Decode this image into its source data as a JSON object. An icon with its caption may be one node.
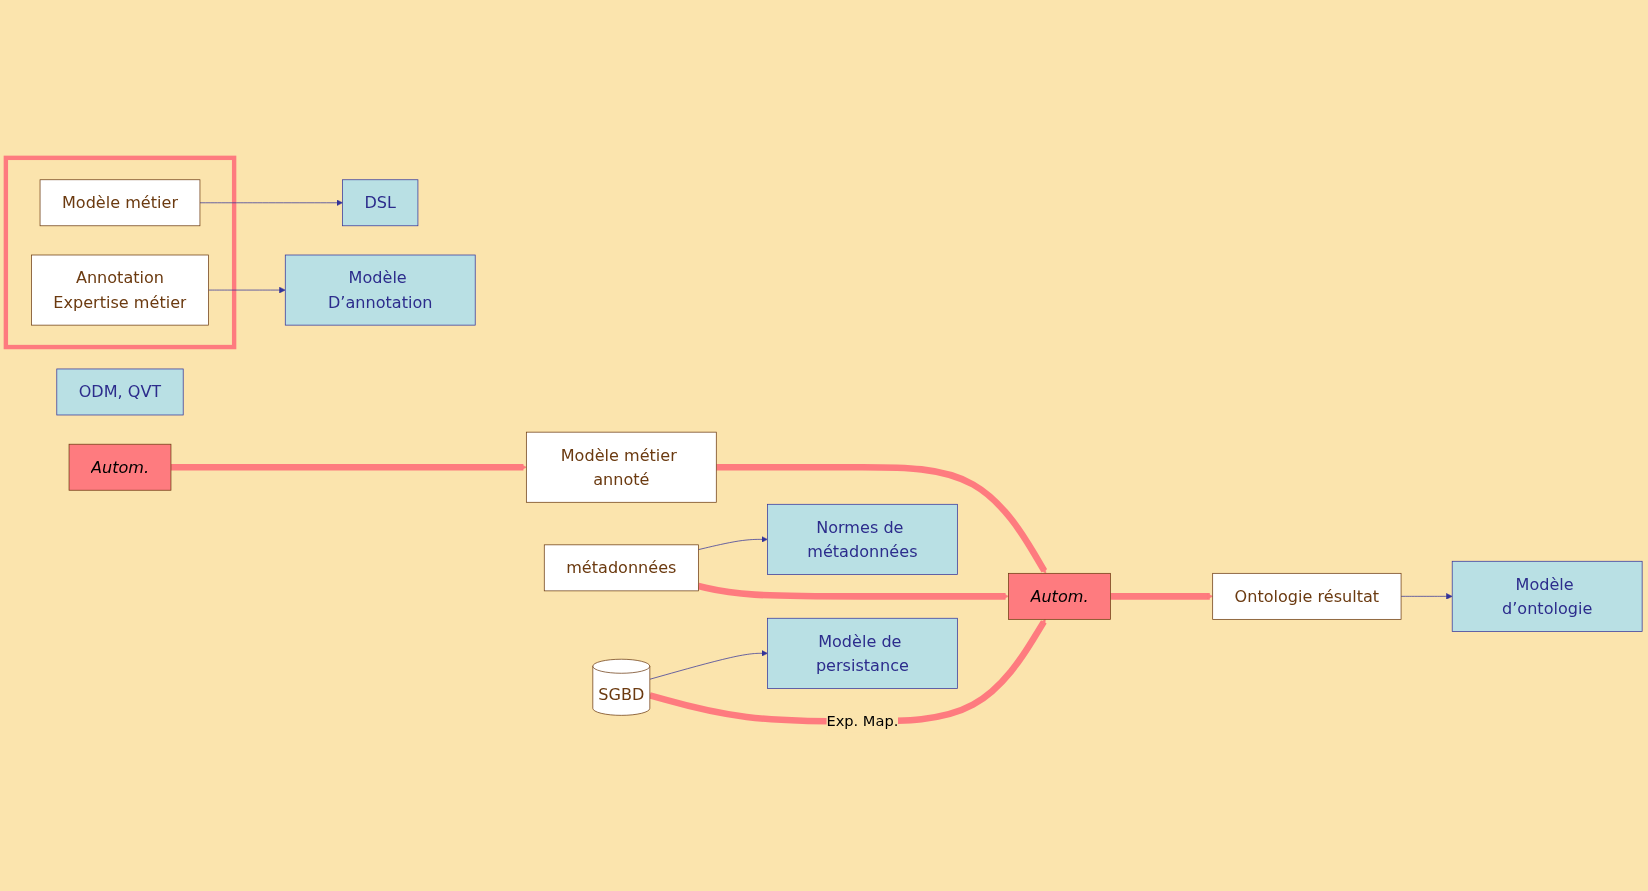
{
  "diagram": {
    "nodes": [
      {
        "text": [
          "DSL"
        ]
      },
      {
        "text": [
          "Modèle D’annotation"
        ]
      },
      {
        "text": [
          "ODM, QVT"
        ]
      },
      {
        "text": [
          "Modèle d’ontologie"
        ]
      },
      {
        "text": [],
        "shape": "box"
      },
      {
        "text": [
          "Modèle métier"
        ],
        "in": 4
      },
      {
        "text": [
          "Annotation",
          "Expertise métier"
        ],
        "in": 4
      },
      {
        "text": [
          "Autom."
        ]
      },
      {
        "text": [
          "Modèle métier annoté"
        ]
      },
      {
        "text": [
          "Normes de métadonnées"
        ]
      },
      {
        "text": [
          "métadonnées"
        ]
      },
      {
        "text": [
          "Modèle de persistance"
        ]
      },
      {
        "text": [
          "SGBD"
        ]
      },
      {
        "text": [
          "Autom."
        ]
      },
      {
        "text": [
          "Ontologie résultat"
        ]
      }
    ],
    "edges": [
      {
        "from": 5,
        "to": 0,
        "arrow": "to"
      },
      {
        "from": 6,
        "to": 1,
        "arrow": "to"
      },
      {
        "from": 7,
        "to": 8,
        "arrow": "to",
        "style": "thick",
        "color": "#fe7b7f"
      },
      {
        "from": 8,
        "to": 13,
        "arrow": "to",
        "style": "thick",
        "color": "#fe7b7f"
      },
      {
        "from": 10,
        "to": 9,
        "arrow": "to"
      },
      {
        "from": 10,
        "to": 13,
        "arrow": "to",
        "style": "thick",
        "color": "#fe7b7f"
      },
      {
        "from": 12,
        "to": 11,
        "arrow": "to"
      },
      {
        "from": 12,
        "to": 13,
        "arrow": "to",
        "label": "Exp. Map.",
        "style": "thick",
        "color": "#fe7b7f"
      },
      {
        "from": 13,
        "to": 14,
        "arrow": "to",
        "style": "thick",
        "color": "#fe7b7f"
      },
      {
        "from": 14,
        "to": 3,
        "arrow": "to"
      }
    ]
  }
}
